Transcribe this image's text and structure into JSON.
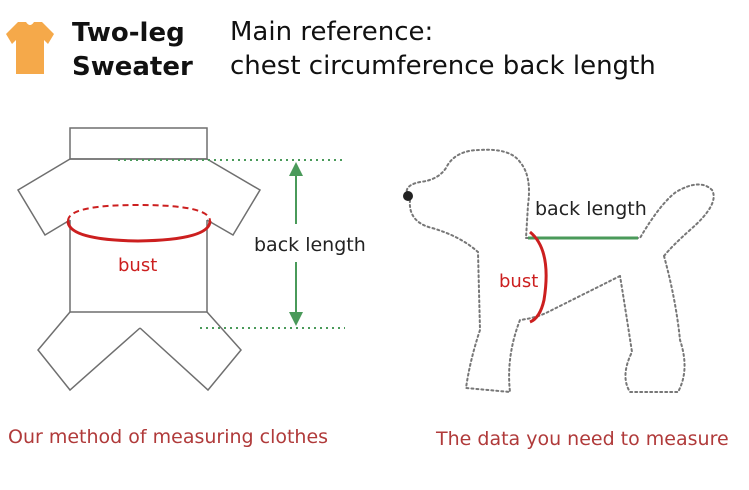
{
  "header": {
    "title_line1": "Two-leg",
    "title_line2": "Sweater",
    "reference_line1": "Main reference:",
    "reference_line2": "chest circumference back length"
  },
  "icons": {
    "header_icon": "sweater-icon",
    "header_icon_color": "#f5a94a"
  },
  "sweater_diagram": {
    "back_length_label": "back length",
    "bust_label": "bust",
    "caption": "Our method of measuring clothes"
  },
  "dog_diagram": {
    "back_length_label": "back length",
    "bust_label": "bust",
    "caption": "The data you need to measure"
  },
  "colors": {
    "measure_green": "#4a9a5a",
    "bust_red": "#cc1f1f",
    "caption_red": "#b03a3a",
    "outline_gray": "#777777"
  }
}
